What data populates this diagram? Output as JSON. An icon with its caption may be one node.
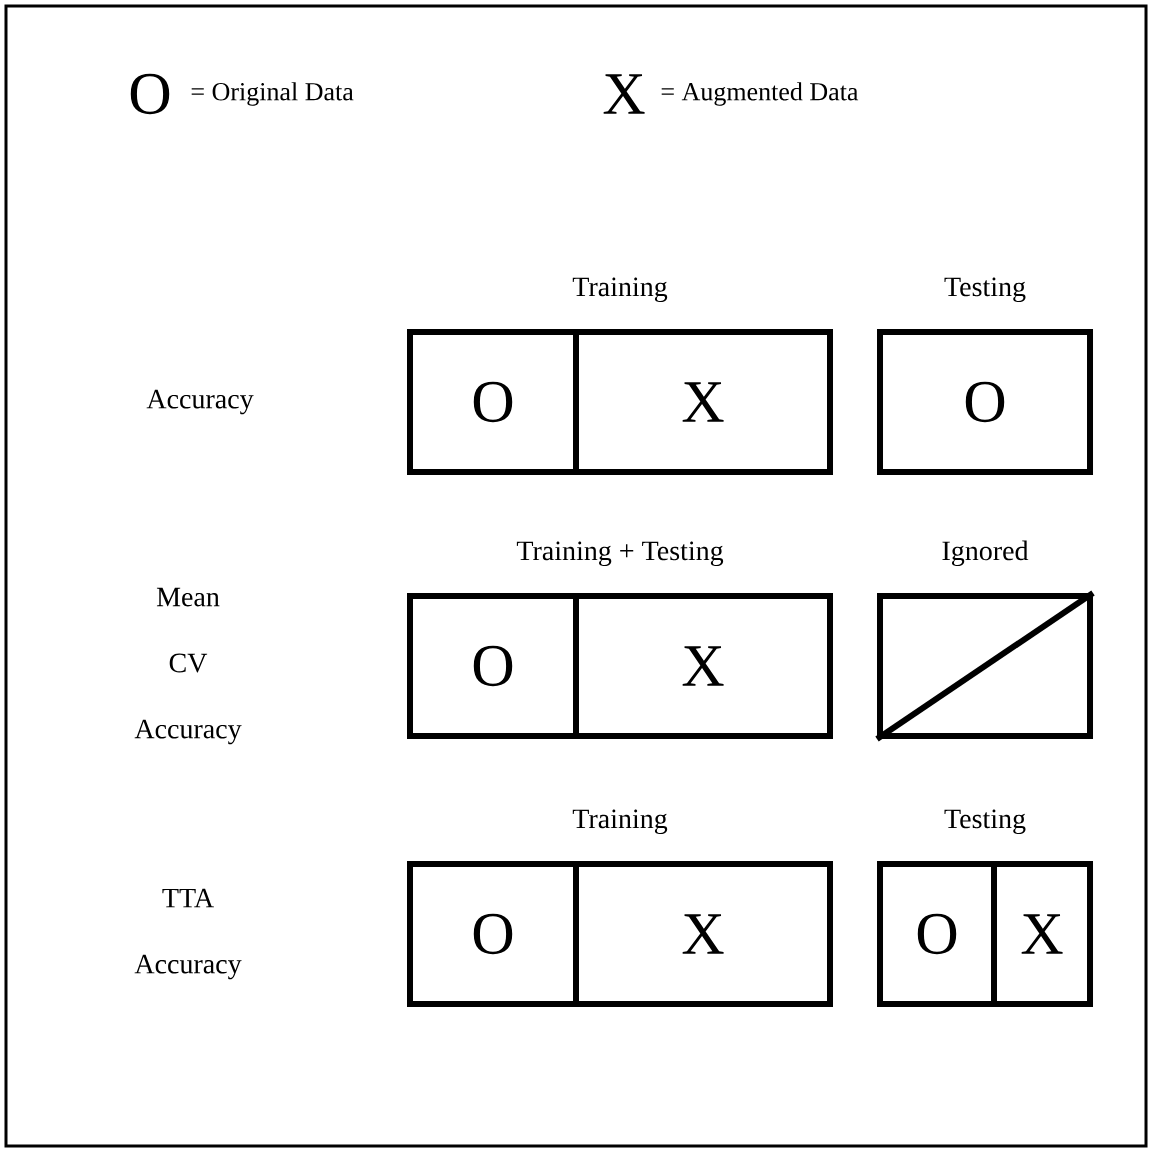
{
  "diagram": {
    "nodes": [
      {
        "text": [
          "Training"
        ]
      },
      {
        "text": [
          "O"
        ],
        "in": 0
      },
      {
        "text": [
          "X"
        ],
        "in": 0
      },
      {
        "text": [
          "Testing"
        ]
      },
      {
        "text": [
          "O"
        ],
        "in": 3
      },
      {
        "text": [
          "Training + Testing"
        ]
      },
      {
        "text": [
          "O"
        ],
        "in": 5
      },
      {
        "text": [
          "X"
        ],
        "in": 5
      },
      {
        "text": [
          "Ignored"
        ]
      },
      {
        "text": [
          "Training"
        ]
      },
      {
        "text": [
          "O"
        ],
        "in": 9
      },
      {
        "text": [
          "X"
        ],
        "in": 9
      },
      {
        "text": [
          "Testing"
        ]
      },
      {
        "text": [
          "O"
        ],
        "in": 12
      },
      {
        "text": [
          "X"
        ],
        "in": 12
      }
    ],
    "labels": [
      "O",
      "= Original Data",
      "X",
      "= Augmented Data",
      "Accuracy",
      "Mean CV Accuracy",
      "TTA Accuracy"
    ]
  }
}
